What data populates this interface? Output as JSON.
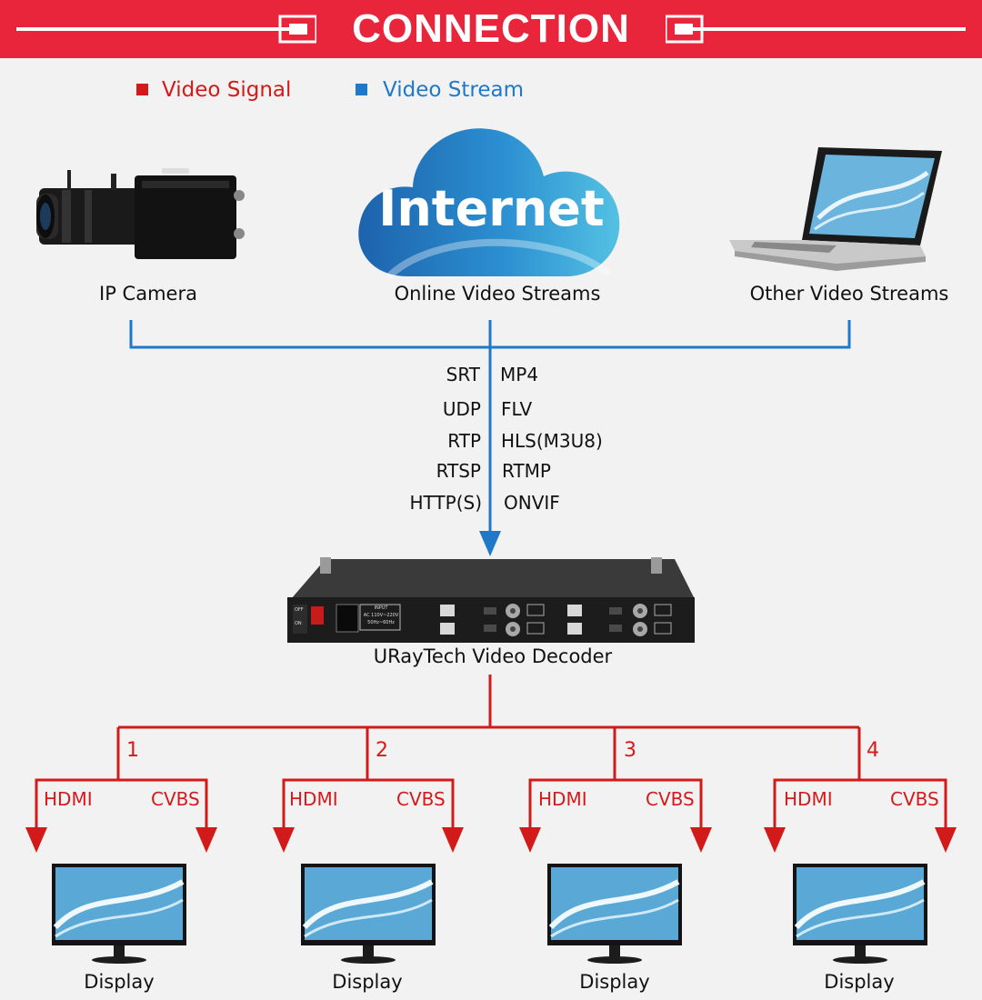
{
  "header": {
    "title": "CONNECTION"
  },
  "legend": [
    {
      "label": "Video Signal",
      "color": "#d21a1a"
    },
    {
      "label": "Video Stream",
      "color": "#1f78c8"
    }
  ],
  "sources": {
    "camera": "IP Camera",
    "internet_cloud": "Internet",
    "online": "Online Video Streams",
    "other": "Other Video Streams"
  },
  "protocols": [
    {
      "left": "SRT",
      "right": "MP4"
    },
    {
      "left": "UDP",
      "right": "FLV"
    },
    {
      "left": "RTP",
      "right": "HLS(M3U8)"
    },
    {
      "left": "RTSP",
      "right": "RTMP"
    },
    {
      "left": "HTTP(S)",
      "right": "ONVIF"
    }
  ],
  "decoder": {
    "label": "URayTech Video Decoder",
    "panel_text": [
      "INPUT",
      "AC 110V~220V",
      "50Hz~60Hz"
    ],
    "switch_labels": [
      "OFF",
      "ON"
    ]
  },
  "outputs": [
    {
      "number": "1",
      "left": "HDMI",
      "right": "CVBS",
      "display": "Display"
    },
    {
      "number": "2",
      "left": "HDMI",
      "right": "CVBS",
      "display": "Display"
    },
    {
      "number": "3",
      "left": "HDMI",
      "right": "CVBS",
      "display": "Display"
    },
    {
      "number": "4",
      "left": "HDMI",
      "right": "CVBS",
      "display": "Display"
    }
  ],
  "colors": {
    "banner": "#e8253b",
    "signal": "#d21a1a",
    "stream": "#1f78c8"
  }
}
